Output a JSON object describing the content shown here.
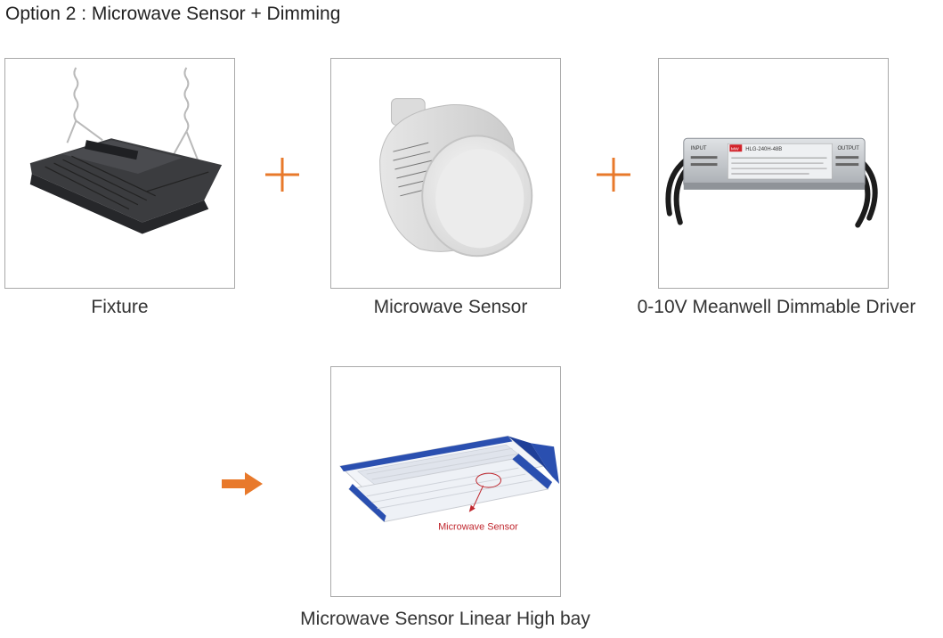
{
  "title": "Option 2 : Microwave Sensor + Dimming",
  "items": [
    {
      "label": "Fixture"
    },
    {
      "label": "Microwave Sensor"
    },
    {
      "label": "0-10V Meanwell Dimmable Driver"
    },
    {
      "label": "Microwave Sensor Linear High bay"
    }
  ],
  "operators": [
    "+",
    "+"
  ],
  "result_callout": "Microwave Sensor",
  "driver_text": {
    "input": "INPUT",
    "output": "OUTPUT",
    "brand": "MW",
    "model": "HLG-240H-48B"
  },
  "colors": {
    "accent_orange": "#e8792b",
    "frame_border": "#a9a9a9",
    "callout_red": "#c0262d",
    "fixture_blue": "#2a4fb0"
  }
}
